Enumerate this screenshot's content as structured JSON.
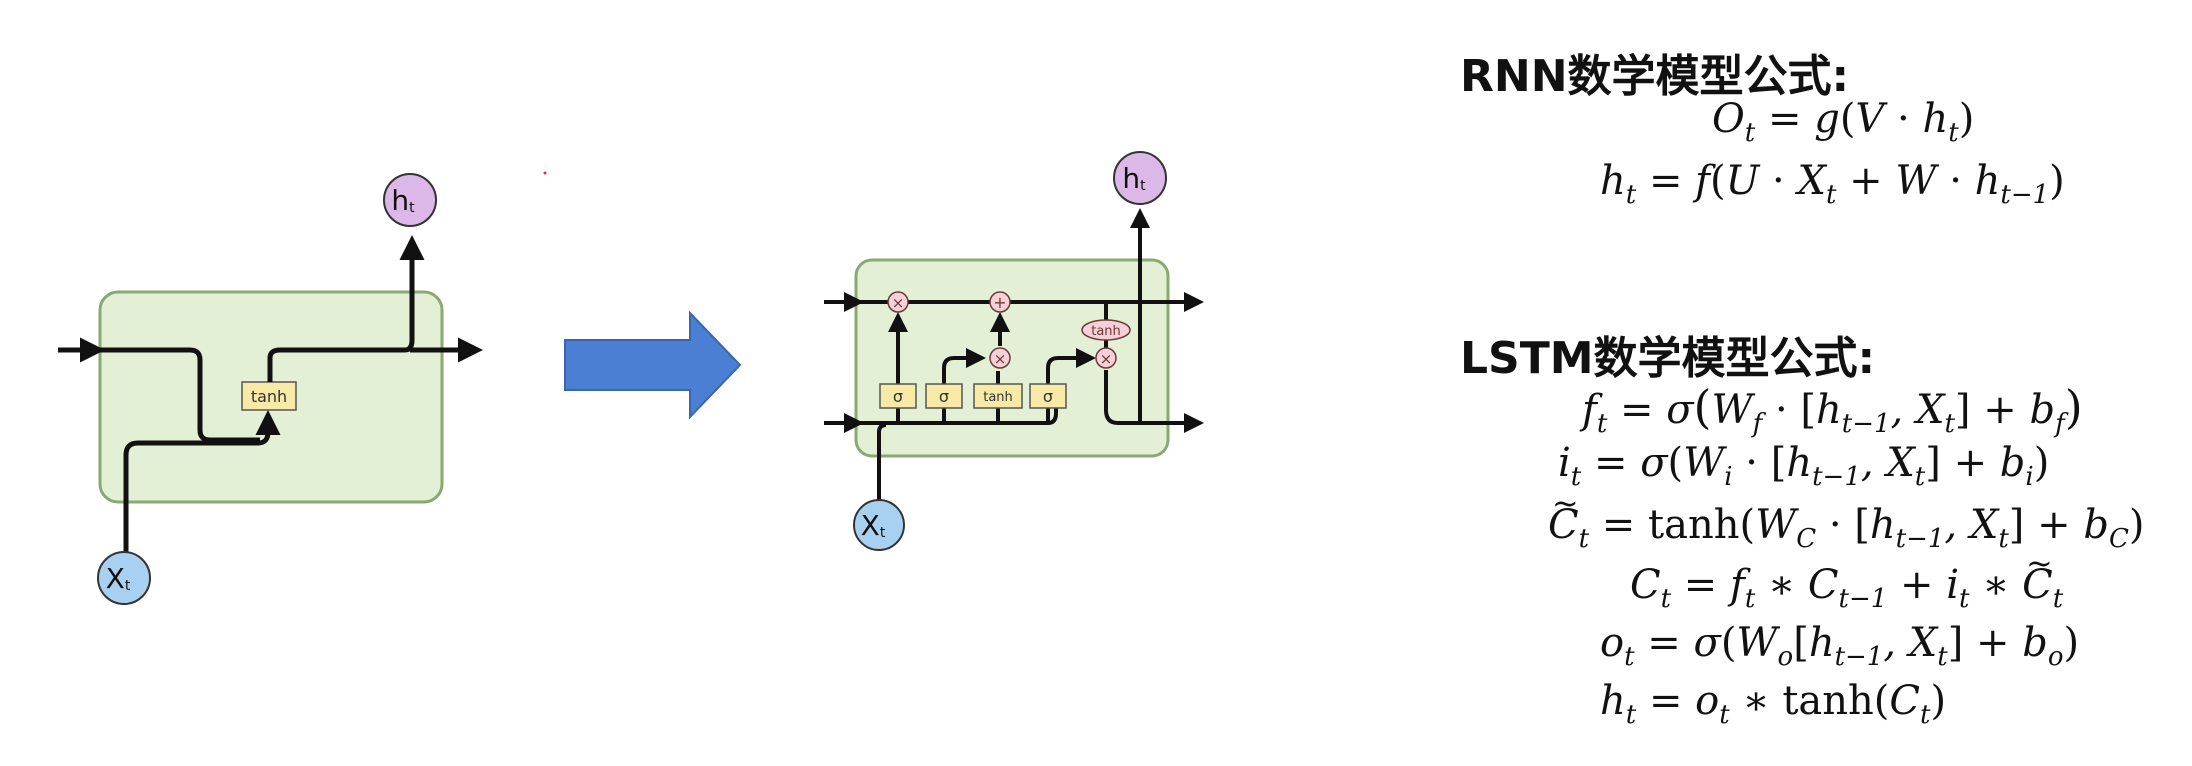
{
  "rnn_cell": {
    "gate_label": "tanh",
    "input_label": "X",
    "input_sub": "t",
    "output_label": "h",
    "output_sub": "t"
  },
  "lstm_cell": {
    "gates": [
      "σ",
      "σ",
      "tanh",
      "σ"
    ],
    "multiply_symbol": "×",
    "add_symbol": "+",
    "cell_tanh_label": "tanh",
    "input_label": "X",
    "input_sub": "t",
    "output_label": "h",
    "output_sub": "t"
  },
  "colors": {
    "cell_fill": "#e3f0d6",
    "cell_border": "#8aa872",
    "arrow_blue": "#4a7fd4",
    "gate_fill": "#f7e9a6",
    "op_fill": "#f5d0d6",
    "input_circle": "#a8d0f0",
    "output_circle": "#dcb8e8"
  },
  "rnn_section": {
    "title": "RNN数学模型公式:"
  },
  "lstm_section": {
    "title": "LSTM数学模型公式:"
  }
}
